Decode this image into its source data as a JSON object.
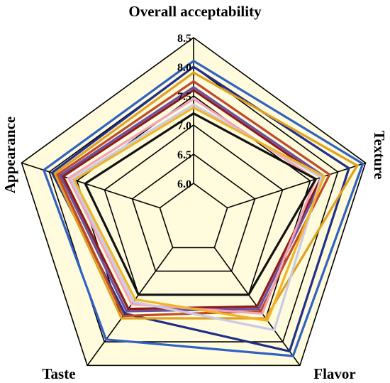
{
  "chart_data": {
    "type": "radar",
    "title": "",
    "axes": [
      "Overall acceptability",
      "Texture",
      "Flavor",
      "Taste",
      "Appearance"
    ],
    "rlim": [
      6.0,
      8.5
    ],
    "rticks": [
      "6.0",
      "6.5",
      "7.0",
      "7.5",
      "8.0",
      "8.5"
    ],
    "grid": true,
    "background": "#fffbdc",
    "series": [
      {
        "color": "#2f62c4",
        "values": [
          8.1,
          8.45,
          8.3,
          7.95,
          8.1
        ]
      },
      {
        "color": "#1f2f8a",
        "values": [
          8.0,
          8.2,
          8.2,
          7.4,
          7.95
        ]
      },
      {
        "color": "#e0a020",
        "values": [
          7.9,
          8.35,
          7.5,
          7.5,
          7.9
        ]
      },
      {
        "color": "#c0492a",
        "values": [
          7.75,
          7.85,
          7.35,
          7.45,
          7.85
        ]
      },
      {
        "color": "#6a4fa0",
        "values": [
          7.65,
          7.75,
          7.3,
          7.35,
          7.8
        ]
      },
      {
        "color": "#8b1a1a",
        "values": [
          7.6,
          7.7,
          7.25,
          7.3,
          7.75
        ]
      },
      {
        "color": "#f2a3b8",
        "values": [
          7.45,
          7.6,
          7.4,
          7.2,
          7.65
        ]
      },
      {
        "color": "#c7cbe8",
        "values": [
          7.35,
          7.7,
          7.75,
          7.15,
          7.6
        ]
      },
      {
        "color": "#f0b429",
        "values": [
          7.3,
          7.75,
          7.55,
          7.1,
          7.55
        ]
      },
      {
        "color": "#111111",
        "values": [
          7.2,
          7.6,
          7.0,
          7.0,
          7.35
        ]
      }
    ]
  }
}
